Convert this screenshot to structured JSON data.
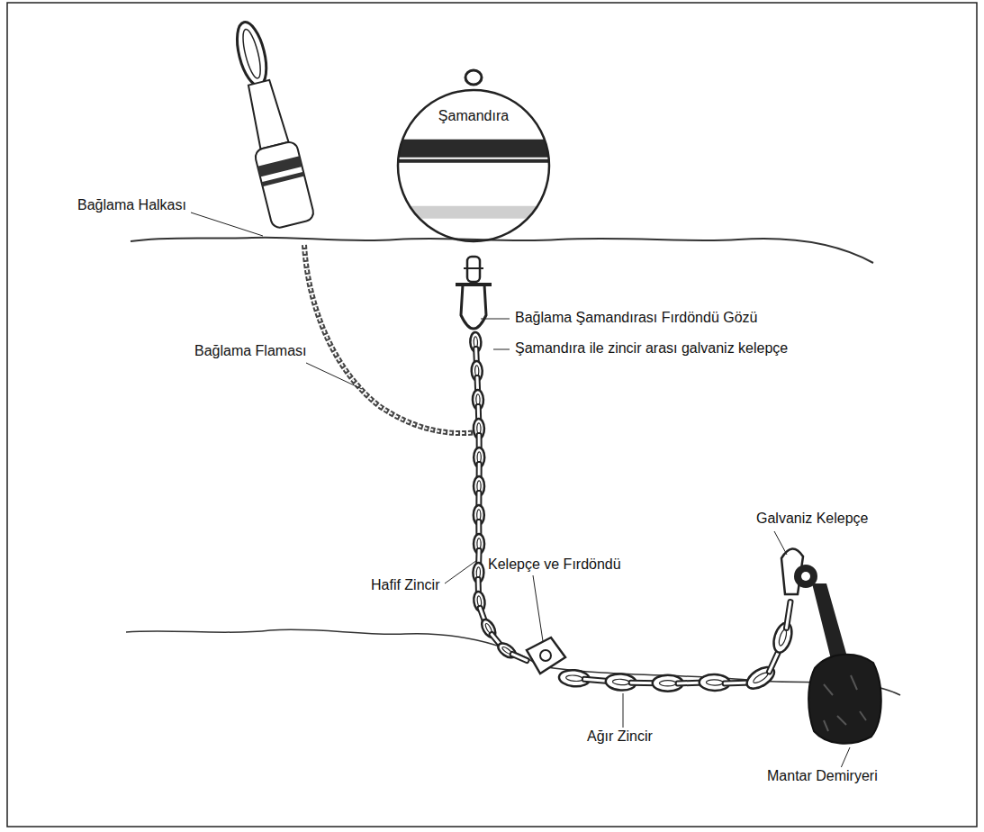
{
  "diagram": {
    "nodes": [
      {
        "text": [
          "Şamandıra"
        ]
      }
    ],
    "labels": [
      "Bağlama Halkası",
      "Bağlama Flaması",
      "Bağlama Şamandırası Fırdöndü Gözü",
      "Şamandıra ile zincir arası galvaniz kelepçe",
      "Hafif Zincir",
      "Kelepçe ve Fırdöndü",
      "Galvaniz Kelepçe",
      "Ağır Zincir",
      "Mantar Demiryeri"
    ]
  }
}
